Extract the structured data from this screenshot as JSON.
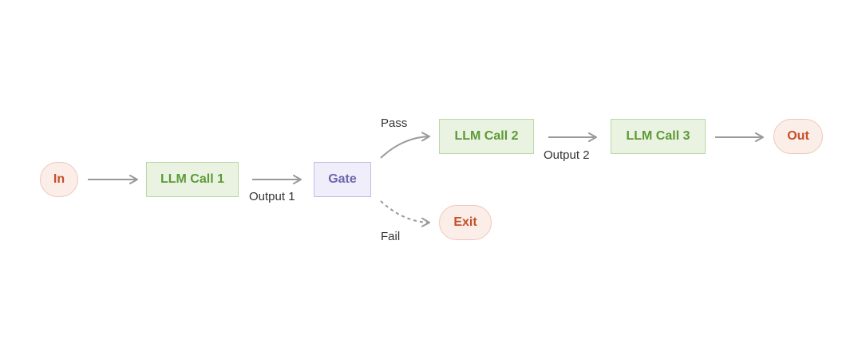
{
  "colors": {
    "terminal_fill": "#fbeee8",
    "terminal_border": "#efc7b8",
    "terminal_text": "#c4502a",
    "llm_fill": "#eaf3e1",
    "llm_border": "#b9d8a5",
    "llm_text": "#5c9a36",
    "gate_fill": "#f0eefa",
    "gate_border": "#c3bde3",
    "gate_text": "#6e66b0",
    "arrow": "#9a9a9a"
  },
  "nodes": {
    "in": "In",
    "llm_call_1": "LLM Call 1",
    "gate": "Gate",
    "llm_call_2": "LLM Call 2",
    "llm_call_3": "LLM Call 3",
    "out": "Out",
    "exit": "Exit"
  },
  "edge_labels": {
    "output_1": "Output 1",
    "pass": "Pass",
    "fail": "Fail",
    "output_2": "Output 2"
  }
}
